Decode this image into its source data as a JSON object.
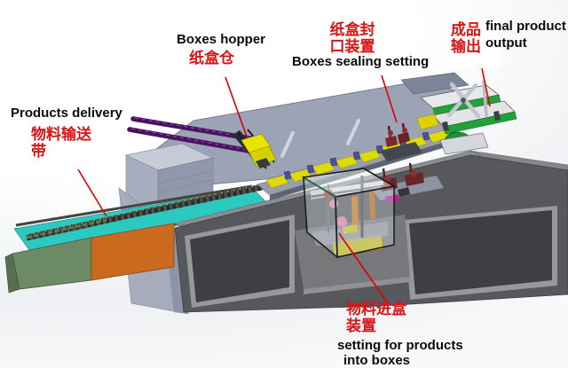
{
  "title": "Cartoning machine annotated diagram",
  "colors": {
    "label_red": "#d91414",
    "leader_red": "#e00000",
    "text_black": "#0a0a0a",
    "belt_teal": "#2cc9c0",
    "panel_orange": "#c96a1e",
    "box_green": "#6d8a67",
    "hopper_yellow": "#e8e400",
    "carton_yellow": "#dcdc00",
    "rail_purple": "#4a1160",
    "frame_gray": "#9ba3b4",
    "cabinet_gray": "#57585c",
    "output_green": "#22a03a",
    "plaque_yellow": "#c2b81e"
  },
  "labels": {
    "boxes_hopper": {
      "en": "Boxes hopper",
      "zh": "纸盒仓"
    },
    "boxes_sealing": {
      "zh_line1": "纸盒封",
      "zh_line2": "口装置",
      "en": "Boxes sealing setting"
    },
    "final_product": {
      "zh_line1": "成品",
      "zh_line2": "输出",
      "en_line1": "final product",
      "en_line2": "output"
    },
    "products_delivery": {
      "en": "Products delivery",
      "zh_line1": "物料输送",
      "zh_line2": "带"
    },
    "products_into_boxes": {
      "zh_line1": "物料进盒",
      "zh_line2": "装置",
      "en_line1": "setting for products",
      "en_line2": "into boxes"
    }
  }
}
